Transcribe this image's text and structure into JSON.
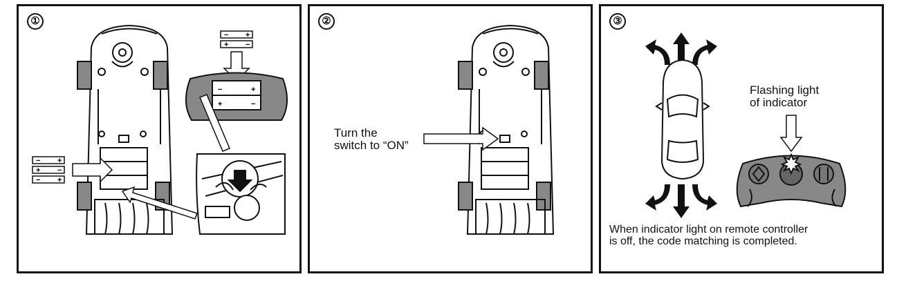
{
  "panels": [
    {
      "step": "①"
    },
    {
      "step": "②",
      "label": "Turn the\nswitch to “ON”"
    },
    {
      "step": "③",
      "indicator_label": "Flashing light\nof indicator",
      "caption": "When indicator light on remote controller\nis off, the code matching is completed."
    }
  ],
  "battery_signs": {
    "minus": "−",
    "plus": "+"
  }
}
